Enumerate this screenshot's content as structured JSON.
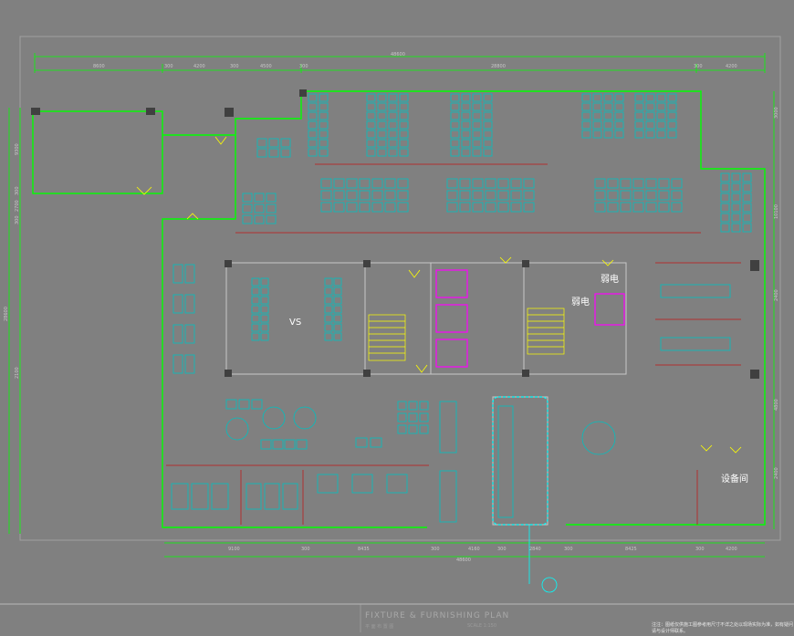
{
  "colors": {
    "background": "#808080",
    "wall": "#00ff00",
    "furniture": "#00c0c0",
    "partition": "#b03030",
    "stair": "#ffff00",
    "column": "#404040",
    "toilet": "#ff00ff"
  },
  "dimensions": {
    "top_total": "48600",
    "top_segments": [
      "8600",
      "300",
      "4200",
      "300",
      "4500",
      "300",
      "28800",
      "300",
      "4200"
    ],
    "bottom_total": "48600",
    "bottom_segments": [
      "9100",
      "300",
      "8435",
      "300",
      "4160",
      "300",
      "2840",
      "300",
      "8425",
      "300",
      "4200"
    ],
    "left_total": "28600",
    "left_segments": [
      "9300",
      "300",
      "2700",
      "300",
      "2100"
    ],
    "right_segments": [
      "3000",
      "10100",
      "2400",
      "4800",
      "2400"
    ]
  },
  "rooms": {
    "vs_label": "VS",
    "weak_current_1": "弱电",
    "weak_current_2": "弱电",
    "equipment_room": "设备间"
  },
  "title_block": {
    "title": "FIXTURE  &  FURNISHING  PLAN",
    "subtitle": "平 面 布 置 图",
    "scale": "SCALE    1:150",
    "note": "注注：图纸仅供施工图参考用尺寸不详之处以现场实际为准，如有疑问请与设计师联系。"
  }
}
